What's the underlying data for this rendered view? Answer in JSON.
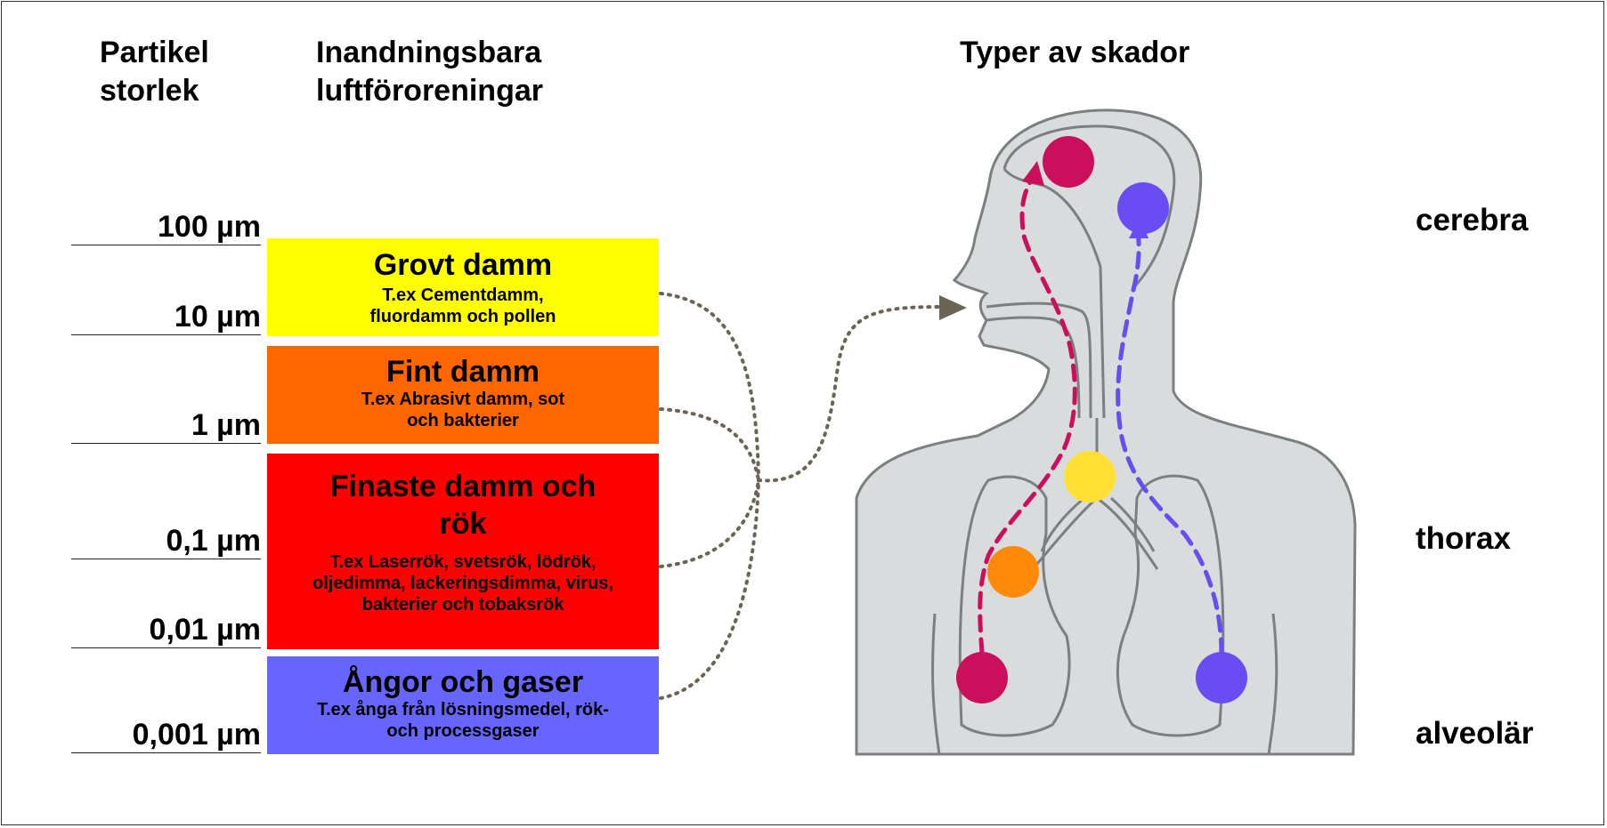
{
  "headers": {
    "size_title": "Partikel storlek",
    "pollutants_title": "Inandningsbara luftföroreningar",
    "damage_title": "Typer av skador"
  },
  "sizes": [
    "100 µm",
    "10 µm",
    "1 µm",
    "0,1 µm",
    "0,01 µm",
    "0,001 µm"
  ],
  "bands": [
    {
      "title": "Grovt damm",
      "desc": "T.ex Cementdamm, fluordamm och pollen",
      "color": "#ffff00"
    },
    {
      "title": "Fint damm",
      "desc": "T.ex Abrasivt damm, sot och bakterier",
      "color": "#ff6600"
    },
    {
      "title": "Finaste damm och rök",
      "desc": "T.ex Laserrök, svetsrök, lödrök, oljedimma, lackeringsdimma, virus, bakterier och tobaksrök",
      "color": "#ff0000"
    },
    {
      "title": "Ångor och gaser",
      "desc": "T.ex ånga från lösningsmedel, rök- och processgaser",
      "color": "#6666ff"
    }
  ],
  "regions": [
    "cerebra",
    "thorax",
    "alveolär"
  ],
  "colors": {
    "connector": "#6b6455",
    "magenta_path": "#cc0f5c",
    "blue_path": "#6a4df2",
    "yellow_dot": "#ffe033",
    "orange_dot": "#ff8a0a",
    "body_fill": "#d9dcdc",
    "body_stroke": "#7a8080"
  },
  "icons": [
    "head-torso-silhouette",
    "lungs-outline",
    "arrow-head"
  ]
}
